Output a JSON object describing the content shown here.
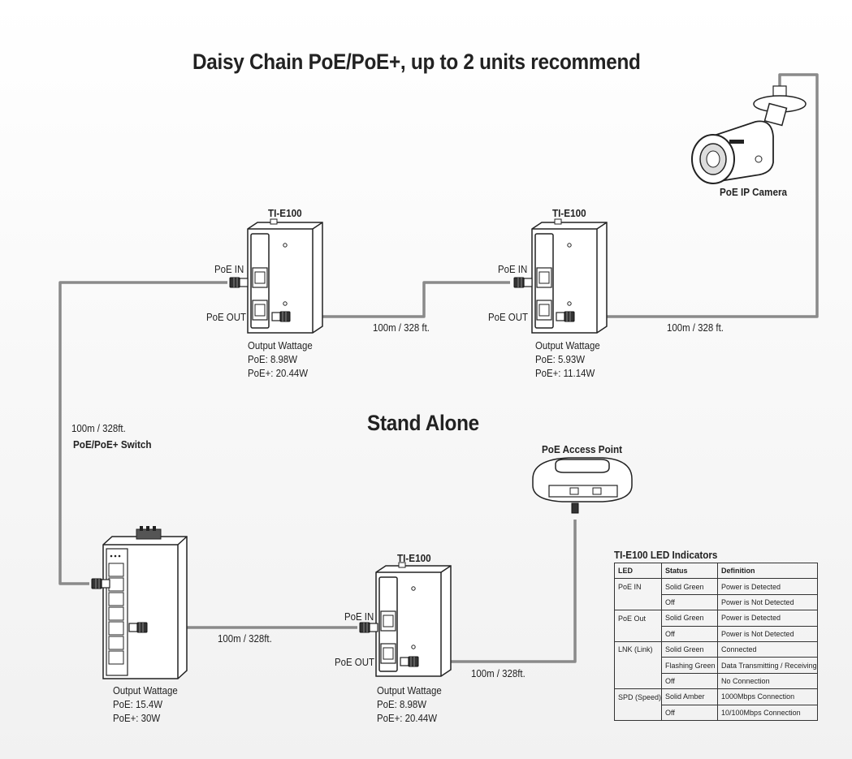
{
  "header": {
    "title": "Daisy Chain PoE/PoE+, up to 2 units recommend",
    "subtitle": "Stand Alone"
  },
  "devices": {
    "unit1": {
      "model": "TI-E100",
      "poe_in": "PoE IN",
      "poe_out": "PoE OUT",
      "wattage": [
        "Output Wattage",
        "PoE: 8.98W",
        "PoE+: 20.44W"
      ]
    },
    "unit2": {
      "model": "TI-E100",
      "poe_in": "PoE IN",
      "poe_out": "PoE OUT",
      "wattage": [
        "Output Wattage",
        "PoE: 5.93W",
        "PoE+: 11.14W"
      ]
    },
    "unit3": {
      "model": "TI-E100",
      "poe_in": "PoE IN",
      "poe_out": "PoE OUT",
      "wattage": [
        "Output Wattage",
        "PoE: 8.98W",
        "PoE+: 20.44W"
      ]
    },
    "camera": {
      "label": "PoE IP Camera"
    },
    "access_point": {
      "label": "PoE Access Point"
    },
    "switch": {
      "label": "PoE/PoE+ Switch",
      "wattage": [
        "Output Wattage",
        "PoE: 15.4W",
        "PoE+: 30W"
      ]
    }
  },
  "cables": {
    "unit1_to_unit2": "100m / 328 ft.",
    "unit2_to_camera": "100m / 328 ft.",
    "switch_to_unit1": "100m / 328ft.",
    "switch_to_unit3": "100m / 328ft.",
    "unit3_to_ap": "100m / 328ft."
  },
  "led_table": {
    "title": "TI-E100 LED Indicators",
    "headers": [
      "LED",
      "Status",
      "Definition"
    ],
    "rows": [
      {
        "led": "PoE IN",
        "status": "Solid Green",
        "definition": "Power is Detected"
      },
      {
        "led": "",
        "status": "Off",
        "definition": "Power is Not Detected"
      },
      {
        "led": "PoE Out",
        "status": "Solid Green",
        "definition": "Power is Detected"
      },
      {
        "led": "",
        "status": "Off",
        "definition": "Power is Not Detected"
      },
      {
        "led": "LNK (Link)",
        "status": "Solid Green",
        "definition": "Connected"
      },
      {
        "led": "",
        "status": "Flashing Green",
        "definition": "Data Transmitting / Receiving"
      },
      {
        "led": "",
        "status": "Off",
        "definition": "No Connection"
      },
      {
        "led": "SPD (Speed)",
        "status": "Solid Amber",
        "definition": "1000Mbps Connection"
      },
      {
        "led": "",
        "status": "Off",
        "definition": "10/100Mbps Connection"
      }
    ]
  },
  "colors": {
    "cable": "#8a8a8a",
    "line": "#222222",
    "background": "#f6f6f6"
  }
}
